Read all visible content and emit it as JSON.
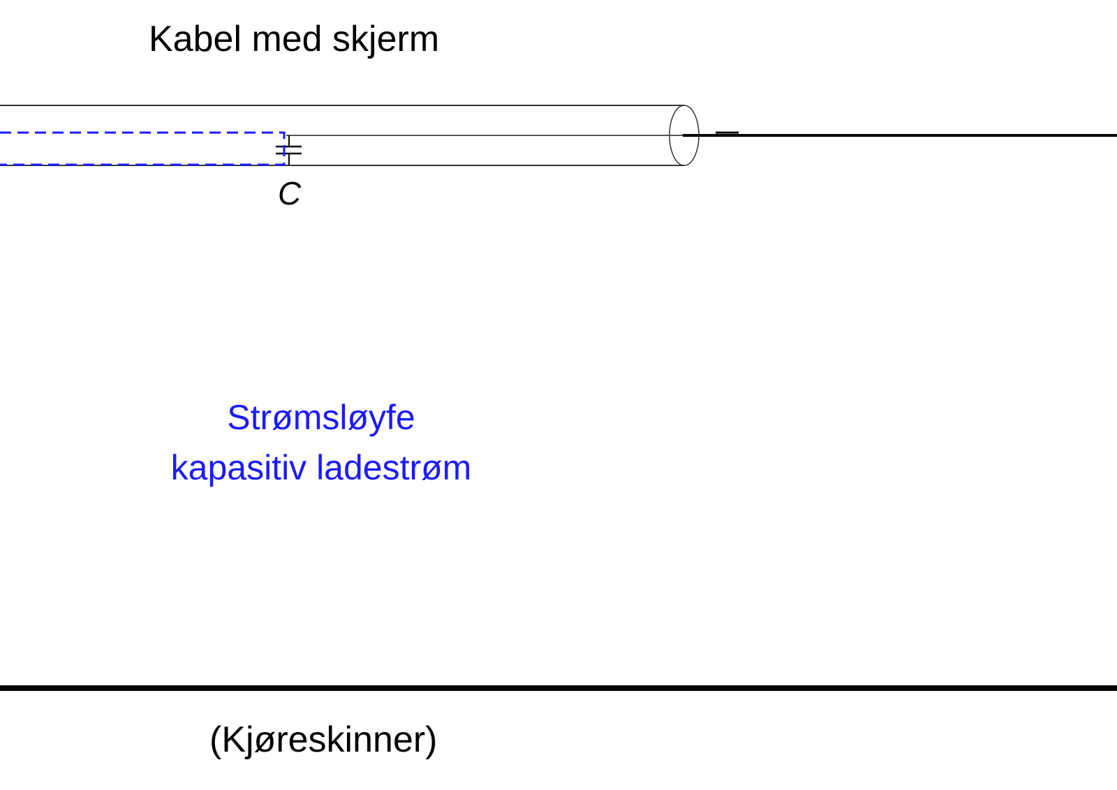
{
  "labels": {
    "cable": "Kabel med skjerm",
    "capacitance": "C",
    "current_loop_line1": "Strømsløyfe",
    "current_loop_line2": "kapasitiv ladestrøm",
    "rails": "(Kjøreskinner)"
  },
  "colors": {
    "line": "#000000",
    "cable_outline": "#333333",
    "current_loop": "#1a1aff",
    "background": "#ffffff"
  }
}
